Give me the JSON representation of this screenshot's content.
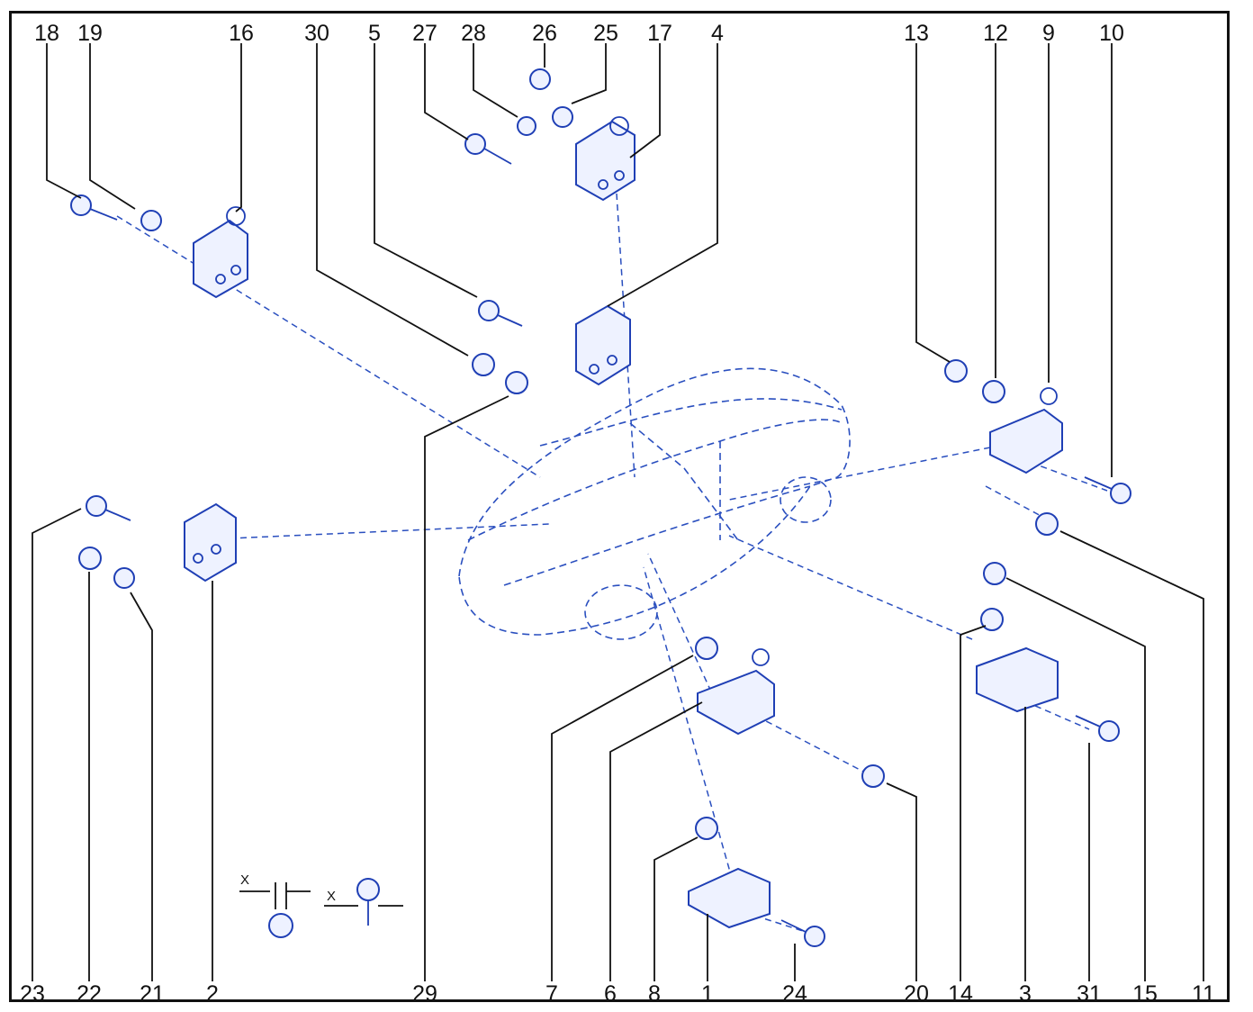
{
  "figure": {
    "callouts_top": [
      "18",
      "19",
      "16",
      "30",
      "5",
      "27",
      "28",
      "26",
      "25",
      "17",
      "4",
      "13",
      "12",
      "9",
      "10"
    ],
    "callouts_bottom": [
      "23",
      "22",
      "21",
      "2",
      "29",
      "7",
      "6",
      "8",
      "1",
      "24",
      "20",
      "14",
      "3",
      "31",
      "15",
      "11"
    ],
    "detail_label_nut": "X",
    "detail_label_bolt": "X"
  },
  "colors": {
    "line_art": "#1f3fb5",
    "leader": "#111111",
    "frame": "#111111"
  }
}
